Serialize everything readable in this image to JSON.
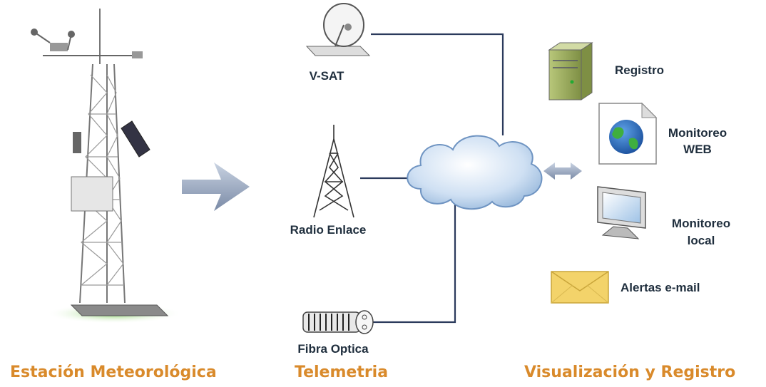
{
  "telemetry": {
    "vsat": "V-SAT",
    "radio": "Radio Enlace",
    "fiber": "Fibra Optica"
  },
  "visualization": {
    "registro": "Registro",
    "web_line1": "Monitoreo",
    "web_line2": "WEB",
    "local_line1": "Monitoreo",
    "local_line2": "local",
    "alertas": "Alertas e-mail"
  },
  "sections": {
    "station": "Estación Meteorológica",
    "telemetry": "Telemetria",
    "visualization": "Visualización y Registro"
  },
  "colors": {
    "section_text": "#d98a2b",
    "label_text": "#1f2e3d",
    "link_line": "#2b3a5c",
    "cloud": "#b9d3ee"
  }
}
